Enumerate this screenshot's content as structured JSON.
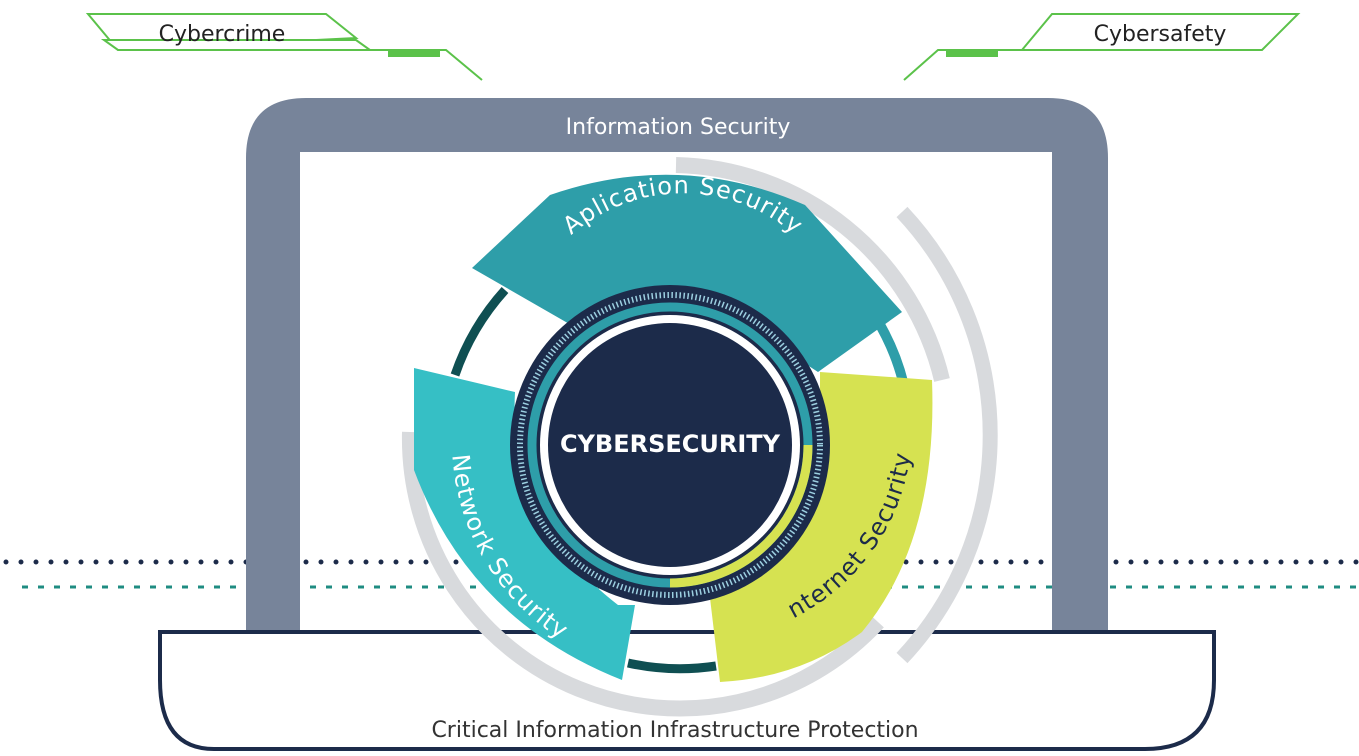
{
  "tags": {
    "top_left": "Cybercrime",
    "top_right": "Cybersafety"
  },
  "frame": {
    "top_label": "Information Security",
    "base_label": "Critical Information Infrastructure Protection"
  },
  "core": {
    "label": "CYBERSECURITY"
  },
  "segments": [
    {
      "id": "application",
      "label": "Aplication Security",
      "color": "#2e9ea9"
    },
    {
      "id": "network",
      "label": "Network Security",
      "color": "#36bfc5"
    },
    {
      "id": "internet",
      "label": "Internet Security",
      "color": "#d6e251"
    }
  ],
  "colors": {
    "frame": "#77849a",
    "core": "#1c2b4a",
    "accent_green": "#5bc24a",
    "gray_arc": "#d8dadd",
    "dark_teal": "#0f4f52"
  }
}
